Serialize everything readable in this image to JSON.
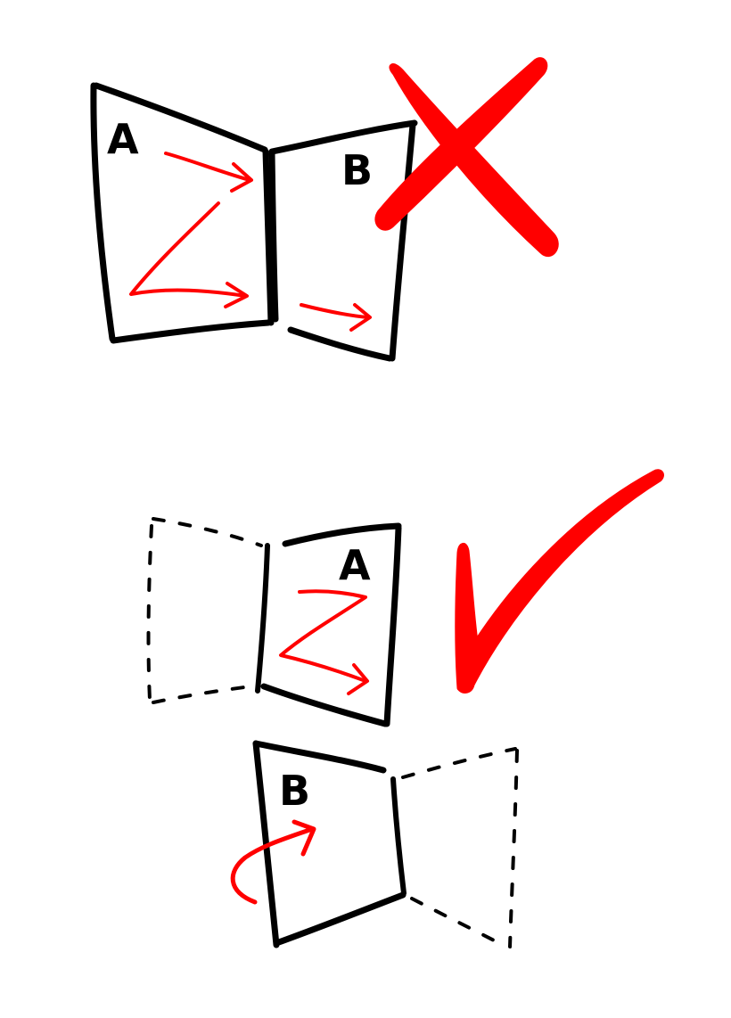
{
  "wrong_layout": {
    "left_page_label": "A",
    "right_page_label": "B",
    "mark_icon": "x-mark-icon",
    "mark_color": "#ff0000"
  },
  "right_layout": {
    "top_page_label": "A",
    "bottom_page_label": "B",
    "mark_icon": "check-mark-icon",
    "mark_color": "#ff0000"
  }
}
